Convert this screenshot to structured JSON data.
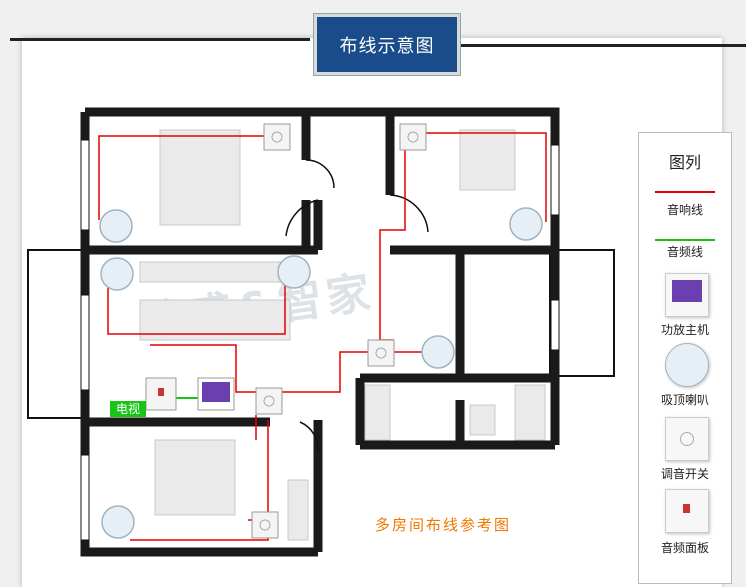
{
  "title": "布线示意图",
  "legend": {
    "title": "图列",
    "items": [
      {
        "label": "音响线",
        "kind": "red-line",
        "color": "#e30000"
      },
      {
        "label": "音频线",
        "kind": "green-line",
        "color": "#19c219"
      },
      {
        "label": "功放主机",
        "kind": "amplifier-icon"
      },
      {
        "label": "吸顶喇叭",
        "kind": "ceiling-speaker-icon"
      },
      {
        "label": "调音开关",
        "kind": "volume-switch-icon"
      },
      {
        "label": "音频面板",
        "kind": "audio-panel-icon"
      }
    ]
  },
  "tv_label": "电视",
  "caption": "多房间布线参考图",
  "watermark": "畯盛&智家",
  "colors": {
    "title_bg": "#1a4c8c",
    "wall": "#1a1a1a",
    "speaker_wire": "#e30000",
    "audio_wire": "#19c219",
    "caption": "#f07800"
  }
}
